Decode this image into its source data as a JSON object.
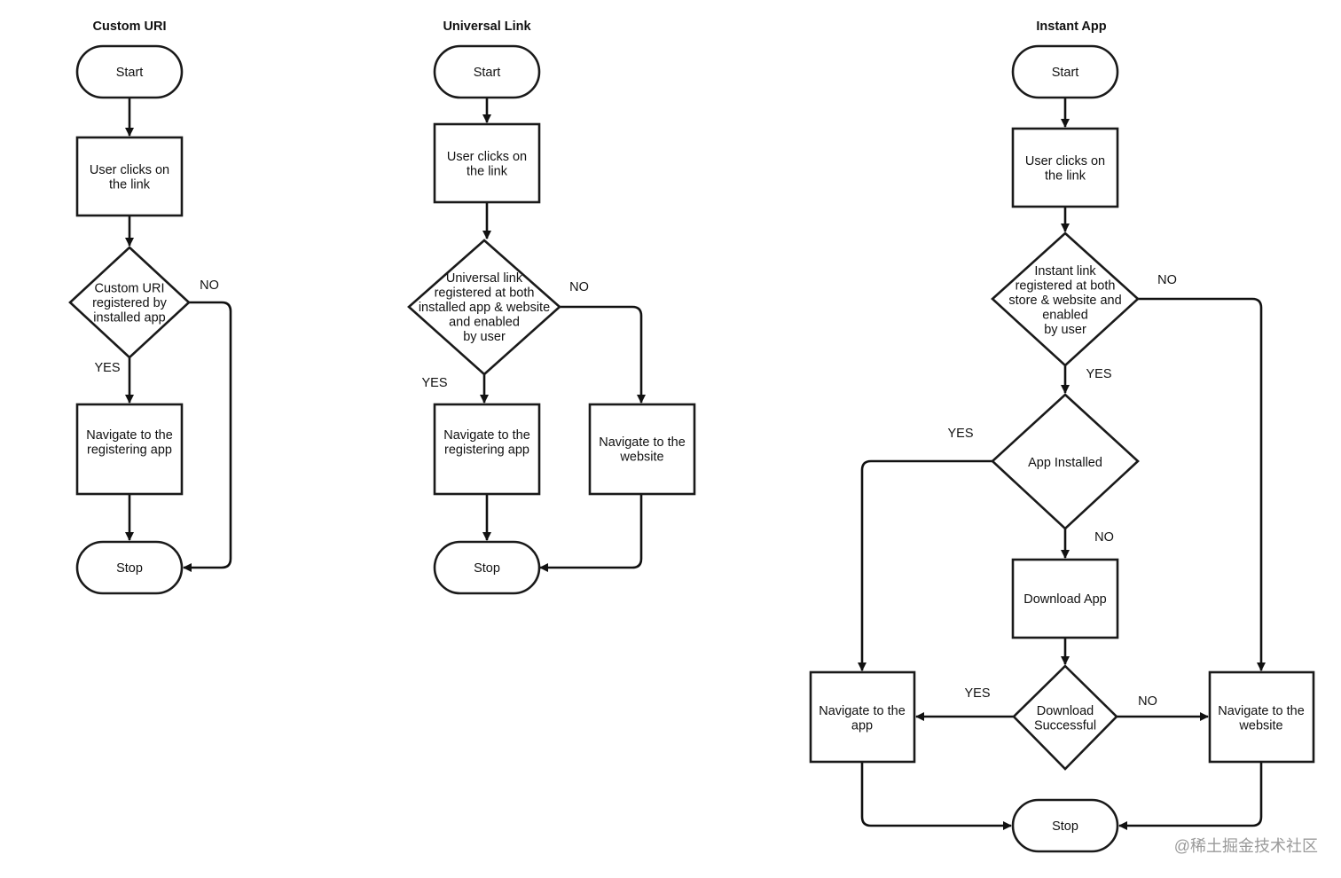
{
  "diagrams": [
    {
      "title": "Custom URI",
      "nodes": {
        "start": "Start",
        "click": "User clicks on\nthe link",
        "decision": "Custom URI\nregistered by\ninstalled app",
        "navigate_app": "Navigate to the\nregistering app",
        "stop": "Stop"
      },
      "labels": {
        "yes": "YES",
        "no": "NO"
      }
    },
    {
      "title": "Universal Link",
      "nodes": {
        "start": "Start",
        "click": "User clicks on\nthe link",
        "decision": "Universal link\nregistered at both\ninstalled app & website\nand enabled\nby user",
        "navigate_app": "Navigate to the\nregistering app",
        "navigate_web": "Navigate to the\nwebsite",
        "stop": "Stop"
      },
      "labels": {
        "yes": "YES",
        "no": "NO"
      }
    },
    {
      "title": "Instant App",
      "nodes": {
        "start": "Start",
        "click": "User clicks on\nthe link",
        "decision": "Instant link\nregistered at both\nstore & website and\nenabled\nby user",
        "installed": "App Installed",
        "download": "Download App",
        "success": "Download\nSuccessful",
        "navigate_app": "Navigate to the\napp",
        "navigate_web": "Navigate to the\nwebsite",
        "stop": "Stop"
      },
      "labels": {
        "decision_yes": "YES",
        "decision_no": "NO",
        "installed_yes": "YES",
        "installed_no": "NO",
        "success_yes": "YES",
        "success_no": "NO"
      }
    }
  ],
  "watermark": "@稀土掘金技术社区"
}
